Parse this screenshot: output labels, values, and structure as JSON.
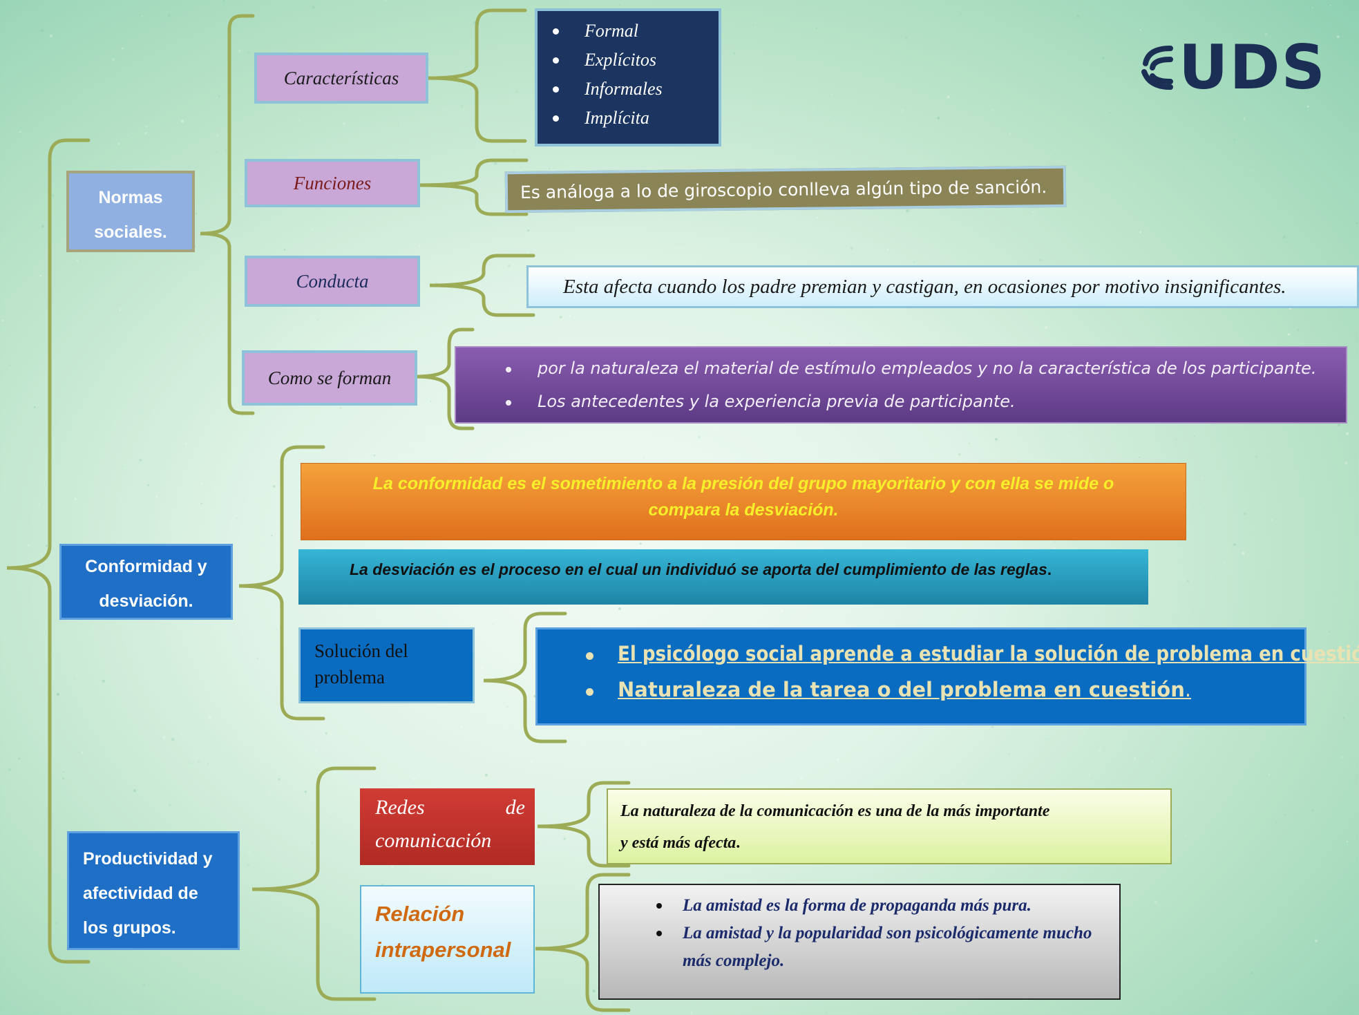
{
  "logo": {
    "text": "UDS"
  },
  "normas": {
    "title_line1": "Normas",
    "title_line2": "sociales.",
    "caracteristicas": {
      "label": "Características",
      "items": [
        "Formal",
        "Explícitos",
        "Informales",
        "Implícita"
      ]
    },
    "funciones": {
      "label": "Funciones",
      "text": "Es análoga a lo de giroscopio conlleva algún tipo de sanción."
    },
    "conducta": {
      "label": "Conducta",
      "text": "Esta  afecta cuando los padre premian y castigan, en ocasiones por motivo insignificantes."
    },
    "como_se_forman": {
      "label": "Como se forman",
      "items": [
        "por la naturaleza el material de estímulo empleados y  no la característica de los participante.",
        "Los antecedentes y la experiencia previa de participante."
      ]
    }
  },
  "conformidad": {
    "title_line1": "Conformidad y",
    "title_line2": "desviación.",
    "orange_text": "La conformidad es el sometimiento a la presión del grupo mayoritario y con ella se mide o compara la desviación.",
    "teal_text": "La desviación es el proceso en el cual un individuó se aporta del cumplimiento de las reglas",
    "teal_period": ".",
    "solucion": {
      "label_line1": "Solución del",
      "label_line2": "problema",
      "items": [
        "El psicólogo social aprende a estudiar la solución de problema  en cuestión.",
        "Naturaleza de la tarea o del problema en cuestión"
      ],
      "item2_suffix": "."
    }
  },
  "productividad": {
    "title_lines": [
      "Productividad y",
      "afectividad de",
      "los grupos."
    ],
    "redes": {
      "label_word1": "Redes",
      "label_word2": "de",
      "label_line2": "comunicación",
      "text_line1": "La naturaleza de la comunicación es una de la más importante",
      "text_line2": "y está más afecta",
      "text_period": "."
    },
    "relacion": {
      "label_line1": "Relación",
      "label_line2": "intrapersonal",
      "items": [
        "La amistad es la forma de propaganda más pura.",
        "La amistad y la popularidad son psicológicamente mucho más complejo."
      ]
    }
  },
  "colors": {
    "bracket": "#9cab55",
    "navy": "#1b3560",
    "olive": "#8a8457",
    "purple": "#7a4a9c",
    "orange": "#e8862a",
    "teal": "#2a97b5",
    "blue": "#0a6cc0",
    "red": "#c0312c"
  }
}
